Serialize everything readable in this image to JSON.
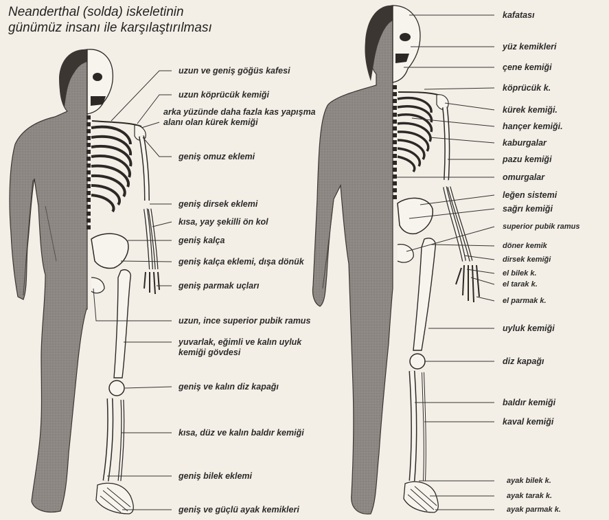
{
  "title": {
    "line1": "Neanderthal (solda) iskeletinin",
    "line2": "günümüz insanı ile karşılaştırılması"
  },
  "left_labels": [
    "uzun ve geniş göğüs kafesi",
    "uzun köprücük kemiği",
    "arka yüzünde daha fazla kas yapışma alanı olan kürek kemiği",
    "geniş omuz eklemi",
    "geniş dirsek eklemi",
    "kısa, yay şekilli ön kol",
    "geniş kalça",
    "geniş kalça eklemi, dışa dönük",
    "geniş parmak uçları",
    "uzun, ince superior pubik ramus",
    "yuvarlak, eğimli ve kalın uyluk kemiği gövdesi",
    "geniş ve kalın diz kapağı",
    "kısa, düz ve kalın baldır kemiği",
    "geniş bilek eklemi",
    "geniş ve güçlü ayak kemikleri"
  ],
  "right_labels": [
    "kafatası",
    "yüz kemikleri",
    "çene kemiği",
    "köprücük k.",
    "kürek kemiği.",
    "hançer kemiği.",
    "kaburgalar",
    "pazu kemiği",
    "omurgalar",
    "leğen sistemi",
    "sağrı kemiği",
    "superior pubik ramus",
    "döner kemik",
    "dirsek kemiği",
    "el bilek k.",
    "el tarak k.",
    "el parmak k.",
    "uyluk kemiği",
    "diz kapağı",
    "baldır kemiği",
    "kaval kemiği",
    "ayak bilek k.",
    "ayak tarak k.",
    "ayak parmak k."
  ],
  "colors": {
    "background": "#f4efe6",
    "body_shade": "#8d8782",
    "bone": "#f7f4ee",
    "ink": "#2a2a2a"
  }
}
